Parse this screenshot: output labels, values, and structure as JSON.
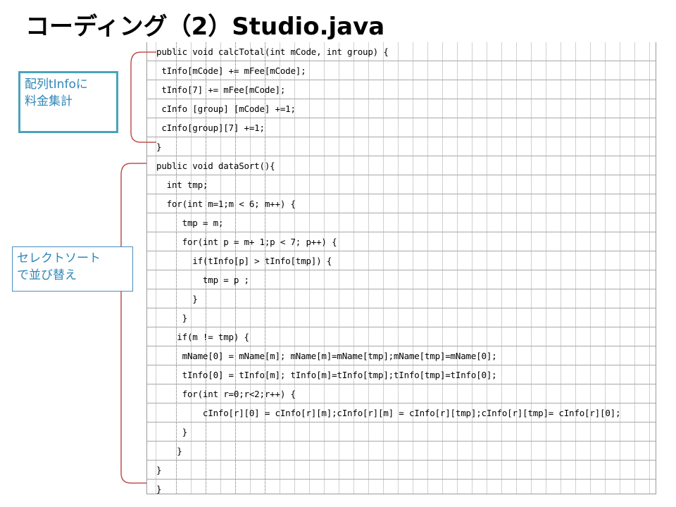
{
  "title": "コーディング（2）Studio.java",
  "notes": {
    "aggregate": "配列tInfoに\n料金集計",
    "sort": "セレクトソート\nで並び替え"
  },
  "code_lines": [
    "public void calcTotal(int mCode, int group) {",
    " tInfo[mCode] += mFee[mCode];",
    " tInfo[7] += mFee[mCode];",
    " cInfo [group] [mCode] +=1;",
    " cInfo[group][7] +=1;",
    "}",
    "public void dataSort(){",
    "  int tmp;",
    "  for(int m=1;m < 6; m++) {",
    "     tmp = m;",
    "     for(int p = m+ 1;p < 7; p++) {",
    "       if(tInfo[p] > tInfo[tmp]) {",
    "         tmp = p ;",
    "       }",
    "     }",
    "    if(m != tmp) {",
    "     mName[0] = mName[m]; mName[m]=mName[tmp];mName[tmp]=mName[0];",
    "     tInfo[0] = tInfo[m]; tInfo[m]=tInfo[tmp];tInfo[tmp]=tInfo[0];",
    "     for(int r=0;r<2;r++) {",
    "         cInfo[r][0] = cInfo[r][m];cInfo[r][m] = cInfo[r][tmp];cInfo[r][tmp]= cInfo[r][0];",
    "     }",
    "    }",
    "}",
    "}"
  ],
  "colors": {
    "note_text": "#2e86b8",
    "note1_border": "#4aa3bc",
    "bracket": "#c0504d"
  }
}
